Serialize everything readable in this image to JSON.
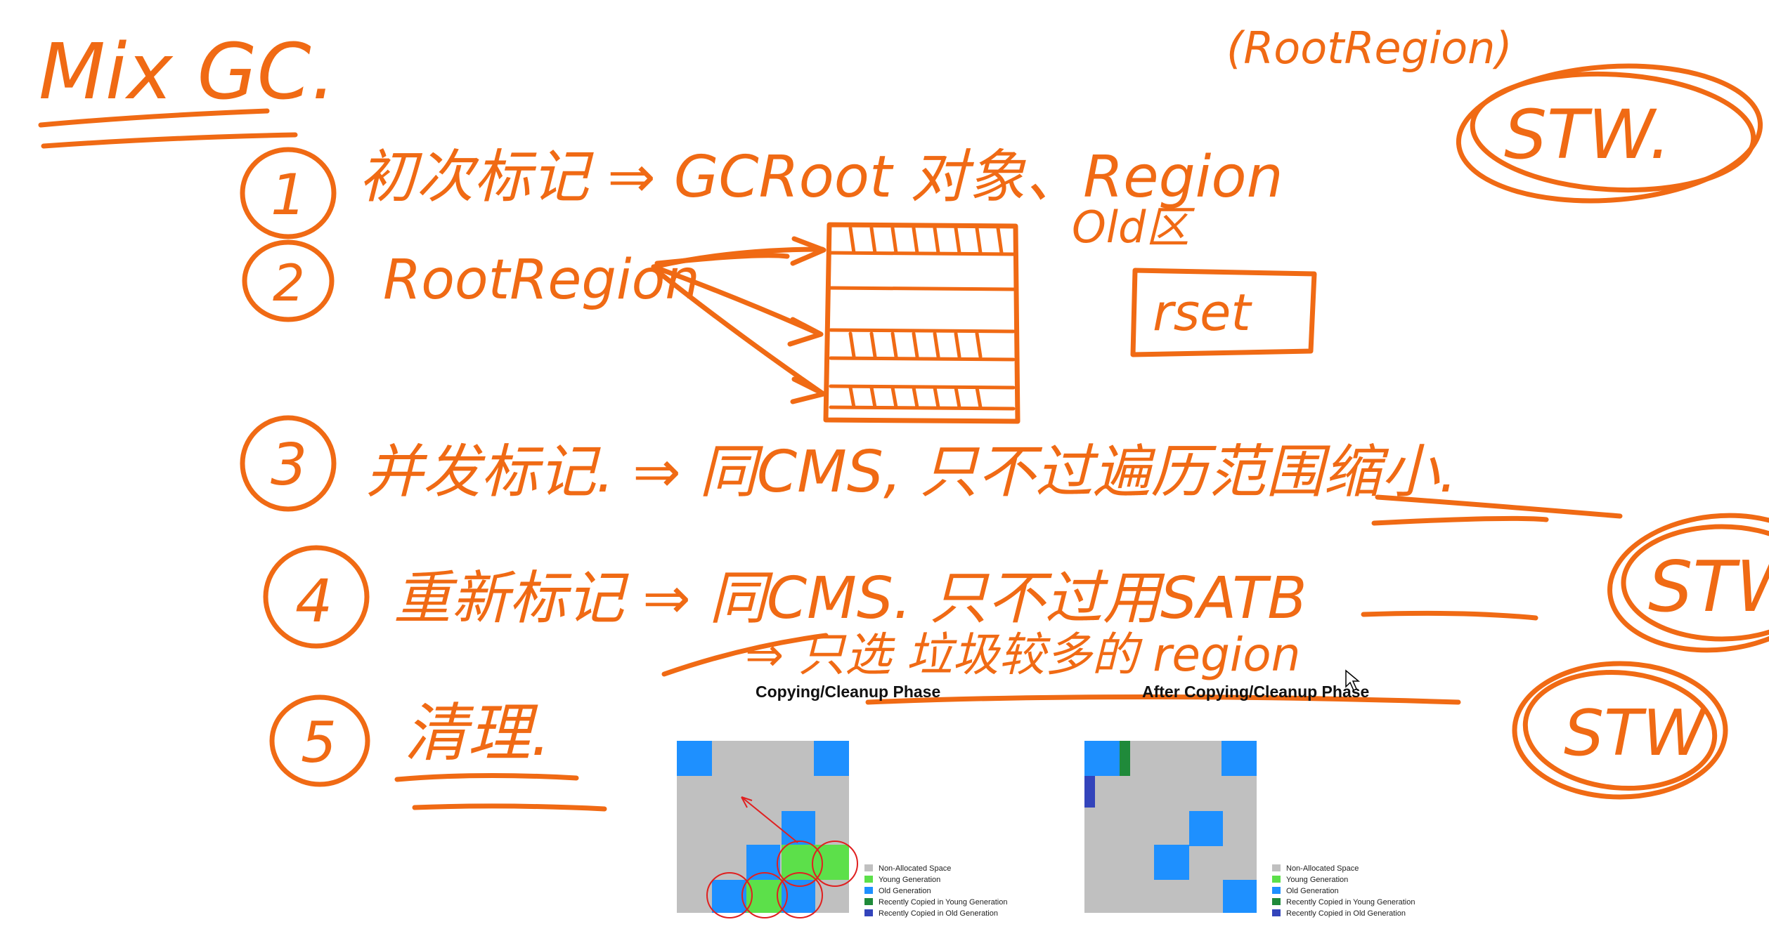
{
  "title": "Mix GC.",
  "note_top_right": "(RootRegion)",
  "stw_labels": [
    "STW.",
    "STW",
    "STW"
  ],
  "steps": [
    {
      "num": "1",
      "text": "初次标记 ⇒ GCRoot 对象、Region"
    },
    {
      "num": "2",
      "text": "RootRegion"
    },
    {
      "num": "3",
      "text": "并发标记. ⇒ 同CMS, 只不过遍历范围缩小."
    },
    {
      "num": "4",
      "text": "重新标记 ⇒ 同CMS. 只不过用SATB"
    },
    {
      "num": "5",
      "text": "清理."
    }
  ],
  "old_label": "Old区",
  "rset_label": "rset",
  "region_note": "⇒ 只选 垃圾较多的 region",
  "panels": [
    {
      "title": "Copying/Cleanup Phase"
    },
    {
      "title": "After Copying/Cleanup Phase"
    }
  ],
  "legend": [
    {
      "label": "Non-Allocated Space",
      "color": "#c0c0c0"
    },
    {
      "label": "Young Generation",
      "color": "#5ce04a"
    },
    {
      "label": "Old Generation",
      "color": "#1e90ff"
    },
    {
      "label": "Recently Copied in Young Generation",
      "color": "#1f8a3a"
    },
    {
      "label": "Recently Copied in Old Generation",
      "color": "#3344bb"
    }
  ]
}
